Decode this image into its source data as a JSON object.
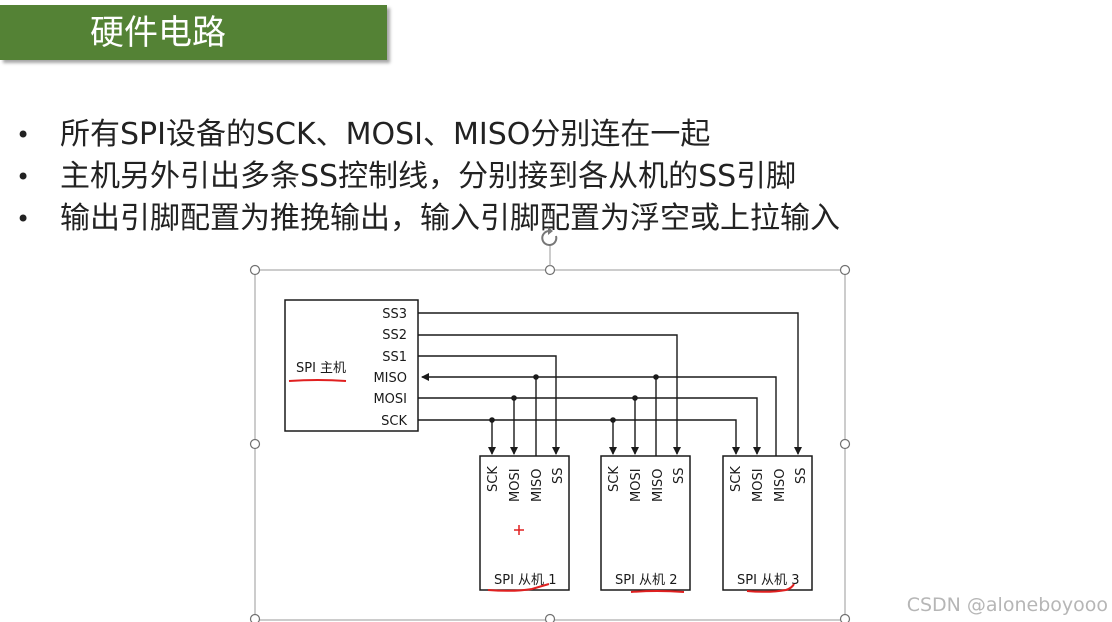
{
  "title": "硬件电路",
  "bullets": [
    "所有SPI设备的SCK、MOSI、MISO分别连在一起",
    "主机另外引出多条SS控制线，分别接到各从机的SS引脚",
    "输出引脚配置为推挽输出，输入引脚配置为浮空或上拉输入"
  ],
  "master": {
    "label": "SPI 主机",
    "pins": [
      "SS3",
      "SS2",
      "SS1",
      "MISO",
      "MOSI",
      "SCK"
    ]
  },
  "slaves": [
    {
      "label": "SPI 从机 1",
      "pins": [
        "SCK",
        "MOSI",
        "MISO",
        "SS"
      ]
    },
    {
      "label": "SPI 从机 2",
      "pins": [
        "SCK",
        "MOSI",
        "MISO",
        "SS"
      ]
    },
    {
      "label": "SPI 从机 3",
      "pins": [
        "SCK",
        "MOSI",
        "MISO",
        "SS"
      ]
    }
  ],
  "watermark": "CSDN @aloneboyooo",
  "colors": {
    "title_bg": "#548235",
    "annotation_red": "#e02020"
  }
}
